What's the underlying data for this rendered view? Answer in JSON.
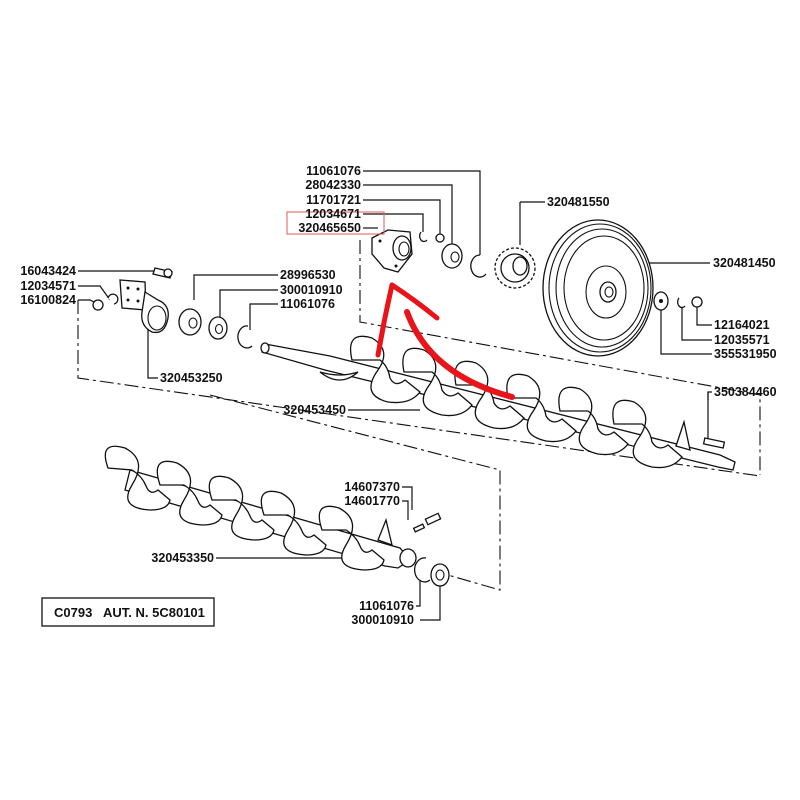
{
  "diagram": {
    "title": "Auger assembly exploded parts diagram",
    "reference_box": {
      "code": "C0793",
      "authorization": "AUT. N. 5C80101"
    },
    "highlight": {
      "part_number": "320465650",
      "color": "#e05a5a"
    },
    "arrow": {
      "color": "#e8141a",
      "points_to": "320465650"
    },
    "labels": {
      "top_group": [
        "11061076",
        "28042330",
        "11701721",
        "12034671",
        "320465650"
      ],
      "sprocket": "320481550",
      "pulley": "320481450",
      "pulley_hardware": [
        "12164021",
        "12035571",
        "355531950"
      ],
      "left_bracket": [
        "16043424",
        "12034571",
        "16100824"
      ],
      "left_bearing": [
        "28996530",
        "300010910",
        "11061076"
      ],
      "bracket_housing": "320453250",
      "upper_auger": "320453450",
      "key": "350384460",
      "pins": [
        "14607370",
        "14601770"
      ],
      "lower_auger": "320453350",
      "lower_hardware": [
        "11061076",
        "300010910"
      ]
    }
  }
}
